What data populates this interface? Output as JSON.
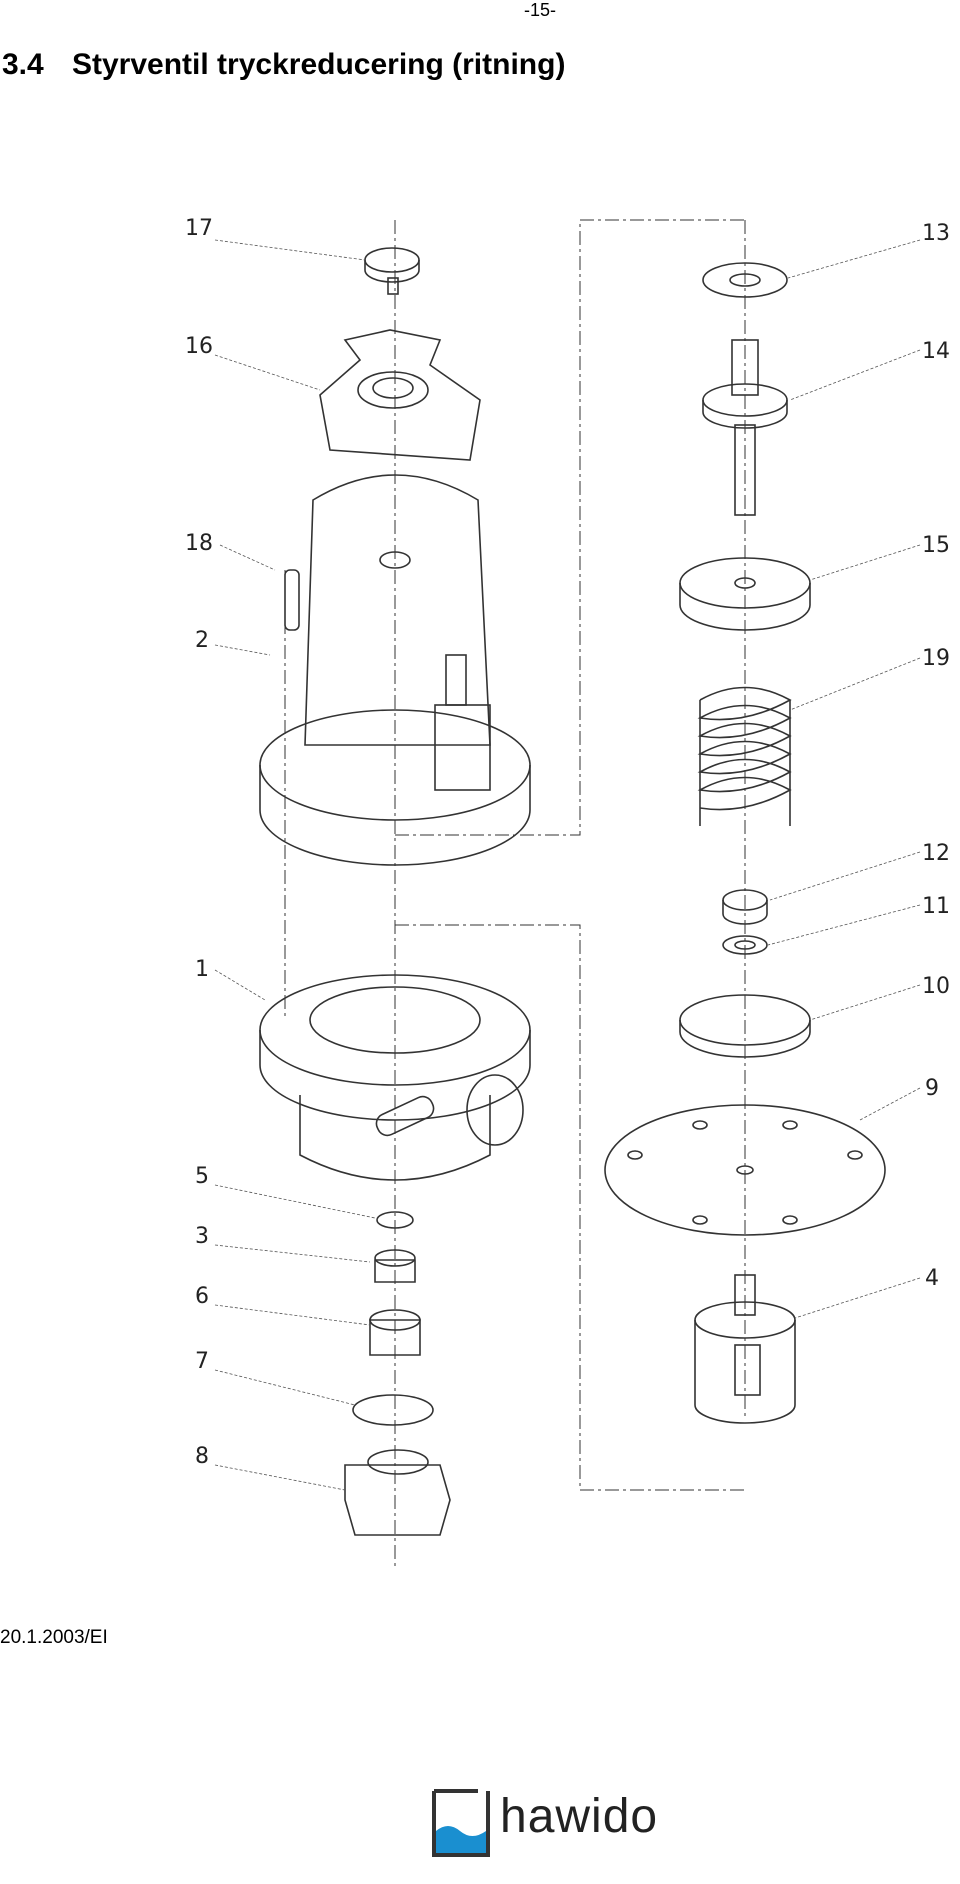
{
  "page_number": "-15-",
  "title": {
    "number": "3.4",
    "text": "Styrventil tryckreducering (ritning)"
  },
  "callouts": [
    "17",
    "16",
    "18",
    "2",
    "1",
    "5",
    "3",
    "6",
    "7",
    "8",
    "13",
    "14",
    "15",
    "19",
    "12",
    "11",
    "10",
    "9",
    "4"
  ],
  "footer_date": "20.1.2003/EI",
  "logo": {
    "text": "hawido",
    "color": "#1a8fd0"
  }
}
